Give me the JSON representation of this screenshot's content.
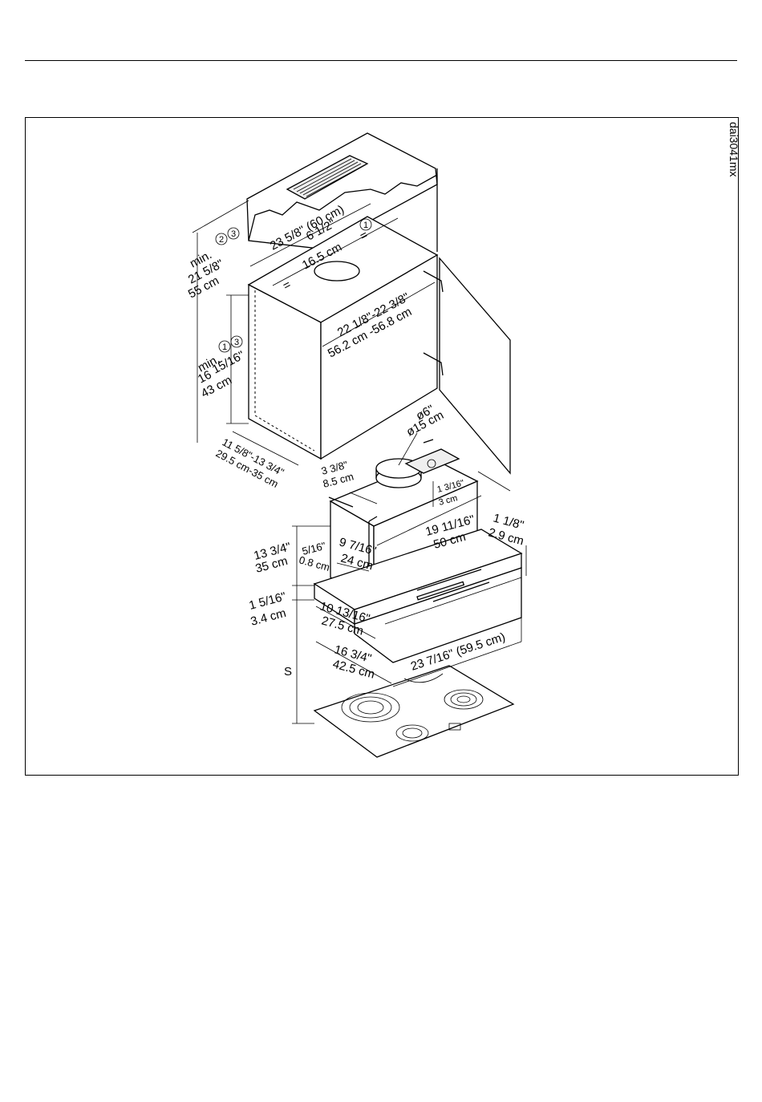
{
  "figure_code": "dai3041mx",
  "cabinet": {
    "width": "23 5/8\" (60 cm)",
    "duct_offset_in": "6 1/2\"",
    "duct_offset_cm": "16.5 cm",
    "equal_mark": "=",
    "min_label_top": "min.",
    "min_label_side": "min.",
    "note_1": "1",
    "note_2": "2",
    "note_3": "3",
    "height_in": "21 5/8\"",
    "height_cm": "55 cm",
    "side_in_a": "16",
    "side_in_b": "15/16\"",
    "side_cm": "43 cm",
    "depth_in": "11 5/8\"-13 3/4\"",
    "depth_cm": "29.5 cm-35 cm",
    "inner_in": "22 1/8\"-22 3/8\"",
    "inner_cm": "56.2 cm -56.8 cm"
  },
  "hood": {
    "duct_diam_in": "ø6\"",
    "duct_diam_cm": "ø15 cm",
    "offset_in": "3 3/8\"",
    "offset_cm": "8.5 cm",
    "ctrl_in": "1 3/16\"",
    "ctrl_cm": "3 cm",
    "length_in": "19 11/16\"",
    "length_cm": "50 cm",
    "trim_in": "1 1/8\"",
    "trim_cm": "2.9 cm",
    "height_in": "13 3/4\"",
    "height_cm": "35 cm",
    "inset_in": "5/16\"",
    "inset_cm": "0.8 cm",
    "box_in": "9 7/16\"",
    "box_cm": "24 cm",
    "panel_in": "1 5/16\"",
    "panel_cm": "3.4 cm",
    "depth1_in": "10 13/16\"",
    "depth1_cm": "27.5 cm",
    "depth2_in": "16 3/4\"",
    "depth2_cm": "42.5 cm",
    "width": "23 7/16\" (59.5 cm)",
    "s_label": "S"
  }
}
